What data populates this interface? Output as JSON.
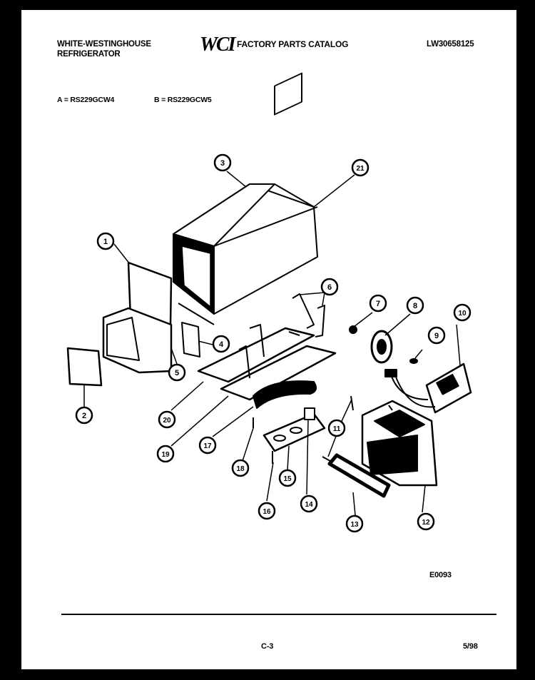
{
  "header": {
    "brand_line1": "WHITE-WESTINGHOUSE",
    "brand_line2": "REFRIGERATOR",
    "logo_text": "WCI",
    "catalog_title": "FACTORY PARTS CATALOG",
    "catalog_number": "LW30658125"
  },
  "models": {
    "a": "A = RS229GCW4",
    "b": "B = RS229GCW5"
  },
  "callouts": [
    "1",
    "2",
    "3",
    "4",
    "5",
    "6",
    "7",
    "8",
    "9",
    "10",
    "11",
    "12",
    "13",
    "14",
    "15",
    "16",
    "17",
    "18",
    "19",
    "20",
    "21"
  ],
  "drawing_code": "E0093",
  "footer": {
    "page": "C-3",
    "date": "5/98"
  },
  "colors": {
    "ink": "#000000",
    "paper": "#ffffff",
    "border": "#000000"
  }
}
